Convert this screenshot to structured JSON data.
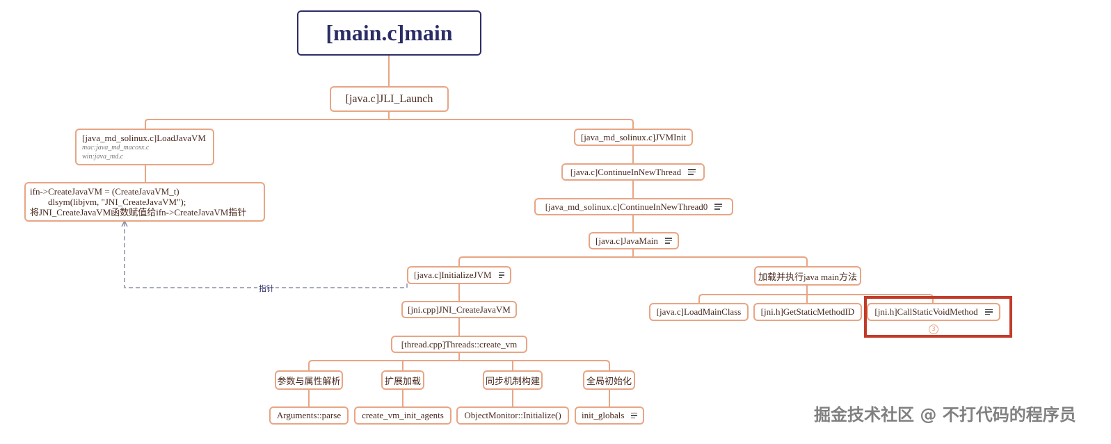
{
  "root": "[main.c]main",
  "nodes": {
    "jli_launch": "[java.c]JLI_Launch",
    "load_java_vm": "[java_md_solinux.c]LoadJavaVM",
    "load_java_vm_mac": "mac:java_md_macosx.c",
    "load_java_vm_win": "win:java_md.c",
    "create_ptr_line1": "ifn->CreateJavaVM = (CreateJavaVM_t)",
    "create_ptr_line2": "        dlsym(libjvm, \"JNI_CreateJavaVM\");",
    "create_ptr_line3": "将JNI_CreateJavaVM函数赋值给ifn->CreateJavaVM指针",
    "jvm_init": "[java_md_solinux.c]JVMInit",
    "continue_in_new_thread": "[java.c]ContinueInNewThread",
    "continue_in_new_thread0": "[java_md_solinux.c]ContinueInNewThread0",
    "java_main": "[java.c]JavaMain",
    "initialize_jvm": "[java.c]InitializeJVM",
    "jni_create_java_vm": "[jni.cpp]JNI_CreateJavaVM",
    "threads_create_vm": "[thread.cpp]Threads::create_vm",
    "args_parse_group": "参数与属性解析",
    "ext_load_group": "扩展加载",
    "sync_group": "同步机制构建",
    "global_init_group": "全局初始化",
    "arguments_parse": "Arguments::parse",
    "create_vm_init_agents": "create_vm_init_agents",
    "object_monitor_init": "ObjectMonitor::Initialize()",
    "init_globals": "init_globals",
    "load_exec_main": "加载并执行java main方法",
    "load_main_class": "[java.c]LoadMainClass",
    "get_static_method_id": "[jni.h]GetStaticMethodID",
    "call_static_void_method": "[jni.h]CallStaticVoidMethod"
  },
  "pointer_label": "指针",
  "badge": "3",
  "watermark": "掘金技术社区 @ 不打代码的程序员",
  "colors": {
    "root_border": "#2b2d66",
    "node_border": "#e8a584",
    "highlight": "#c23b2a",
    "dashed_link": "#2b2d66"
  },
  "icons": [
    "note-icon"
  ]
}
